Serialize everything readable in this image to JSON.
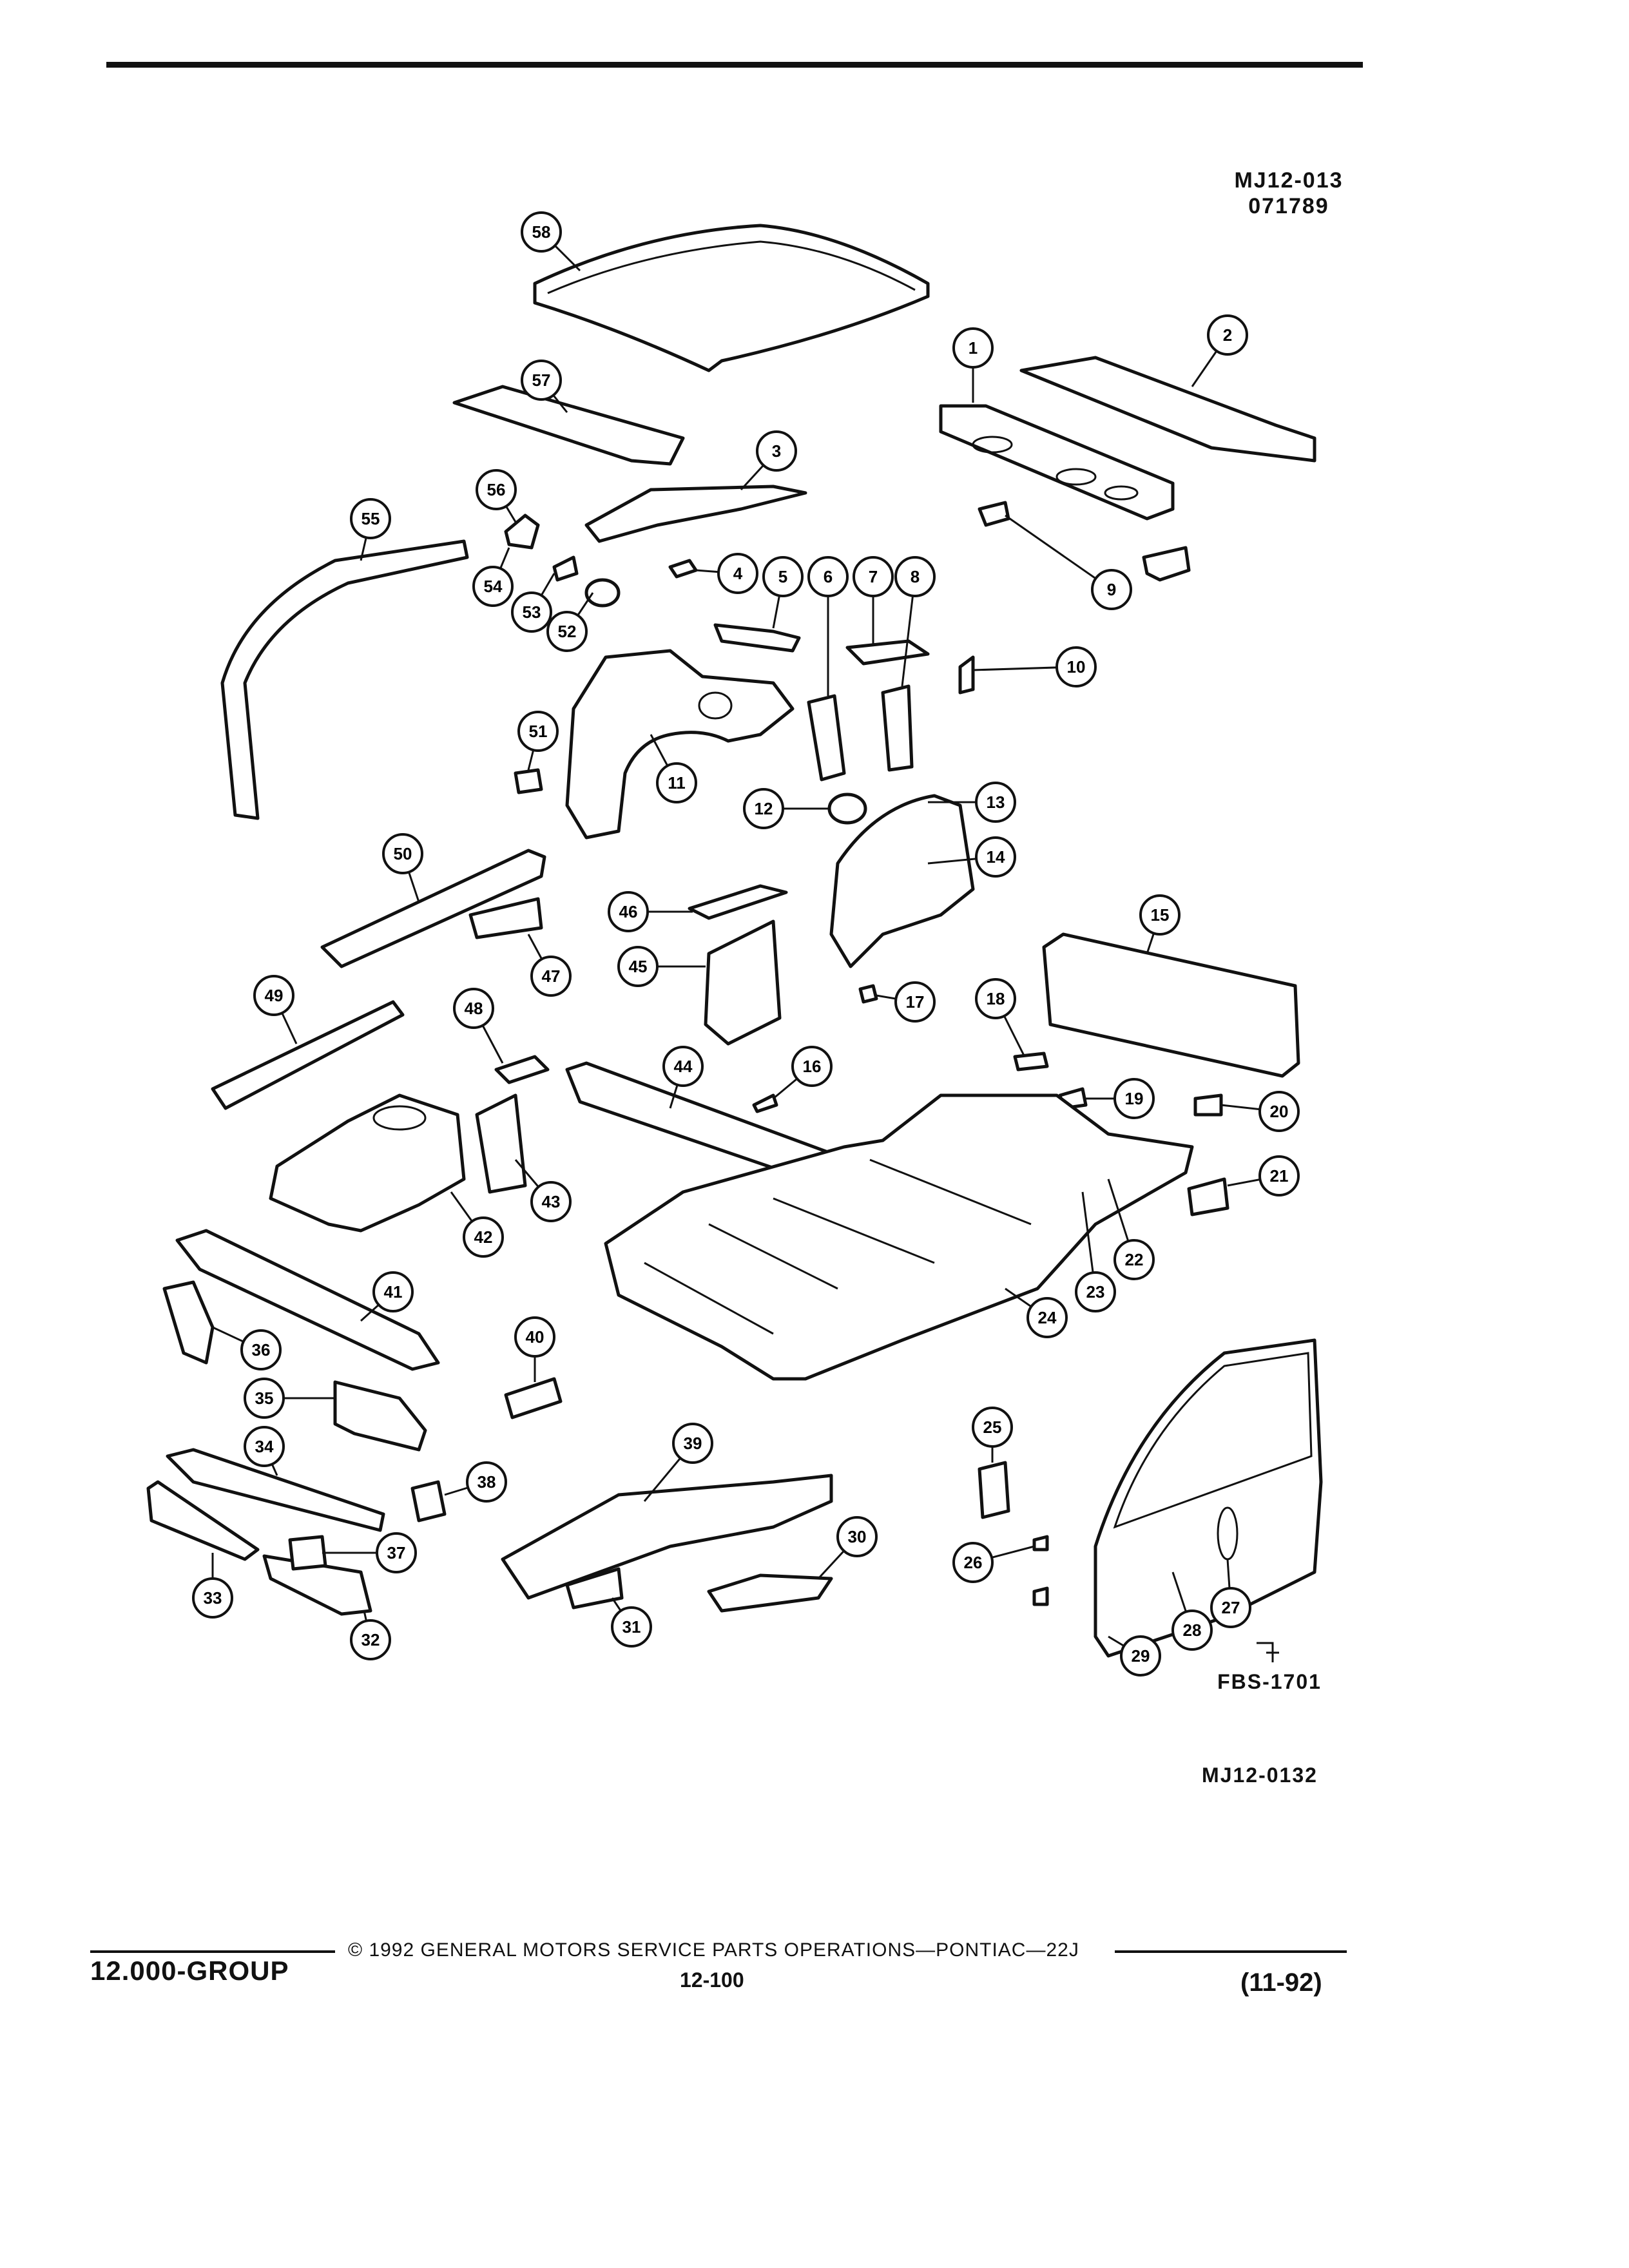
{
  "header": {
    "illustration_code": "MJ12-013",
    "date_code": "071789"
  },
  "diagram": {
    "callouts": [
      "1",
      "2",
      "3",
      "4",
      "5",
      "6",
      "7",
      "8",
      "9",
      "10",
      "11",
      "12",
      "13",
      "14",
      "15",
      "16",
      "17",
      "18",
      "19",
      "20",
      "21",
      "22",
      "23",
      "24",
      "25",
      "26",
      "27",
      "28",
      "29",
      "30",
      "31",
      "32",
      "33",
      "34",
      "35",
      "36",
      "37",
      "38",
      "39",
      "40",
      "41",
      "42",
      "43",
      "44",
      "45",
      "46",
      "47",
      "48",
      "49",
      "50",
      "51",
      "52",
      "53",
      "54",
      "55",
      "56",
      "57",
      "58"
    ],
    "note_code": "FBS-1701",
    "drawing_code": "MJ12-0132"
  },
  "footer": {
    "group": "12.000-GROUP",
    "copyright": "© 1992 GENERAL MOTORS SERVICE PARTS OPERATIONS—PONTIAC—22J",
    "page_number": "12-100",
    "revision": "(11-92)"
  }
}
